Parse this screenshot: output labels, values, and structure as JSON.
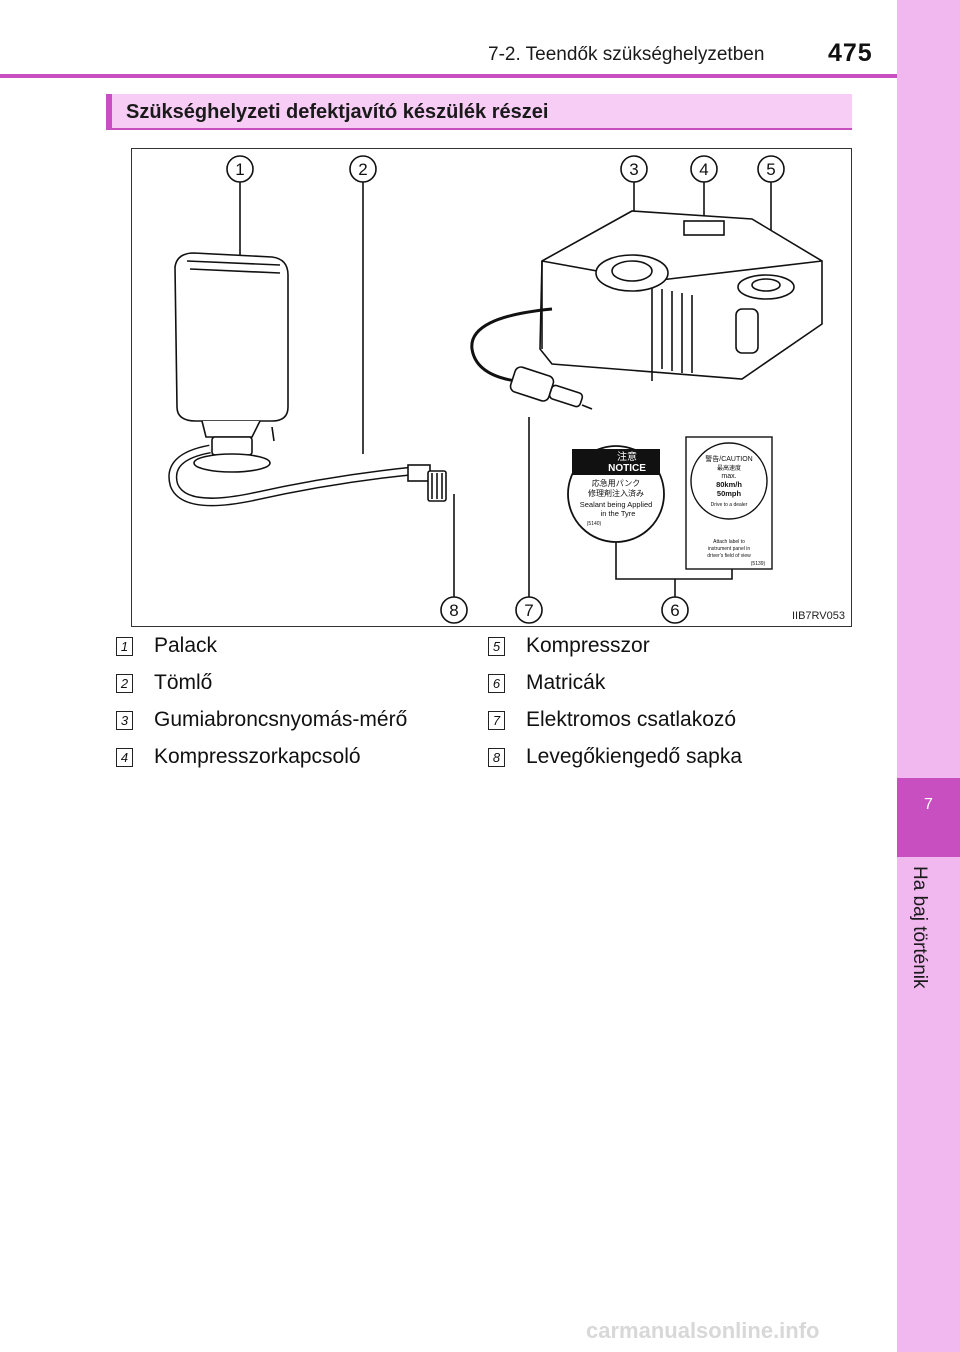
{
  "header": {
    "section": "7-2. Teendők szükséghelyzetben",
    "page_number": "475"
  },
  "sidebar": {
    "chapter_number": "7",
    "chapter_title": "Ha baj történik"
  },
  "section_heading": "Szükséghelyzeti defektjavító készülék részei",
  "figure": {
    "code": "IIB7RV053",
    "callouts": [
      "1",
      "2",
      "3",
      "4",
      "5",
      "8",
      "7",
      "6"
    ],
    "labels": {
      "notice_jp": "注意",
      "notice_en": "NOTICE",
      "notice_jp2": "応急用パンク",
      "notice_jp3": "修理剤注入済み",
      "sealant_line1": "Sealant being Applied",
      "sealant_line2": "in the Tyre",
      "sticker1_code": "(5140)",
      "caution": "警告/CAUTION",
      "speed_jp": "最高速度",
      "speed_max": "max.",
      "speed_kmh": "80km/h",
      "speed_mph": "50mph",
      "dealer": "Drive to a dealer",
      "attach1": "Attach label to",
      "attach2": "instrument panel in",
      "attach3": "driver's field of view",
      "sticker2_code": "(5139)"
    }
  },
  "legend": [
    {
      "num": "1",
      "text": "Palack"
    },
    {
      "num": "2",
      "text": "Tömlő"
    },
    {
      "num": "3",
      "text": "Gumiabroncsnyomás-mérő"
    },
    {
      "num": "4",
      "text": "Kompresszorkapcsoló"
    },
    {
      "num": "5",
      "text": "Kompresszor"
    },
    {
      "num": "6",
      "text": "Matricák"
    },
    {
      "num": "7",
      "text": "Elektromos csatlakozó"
    },
    {
      "num": "8",
      "text": "Levegőkiengedő sapka"
    }
  ],
  "watermark": "carmanualsonline.info"
}
